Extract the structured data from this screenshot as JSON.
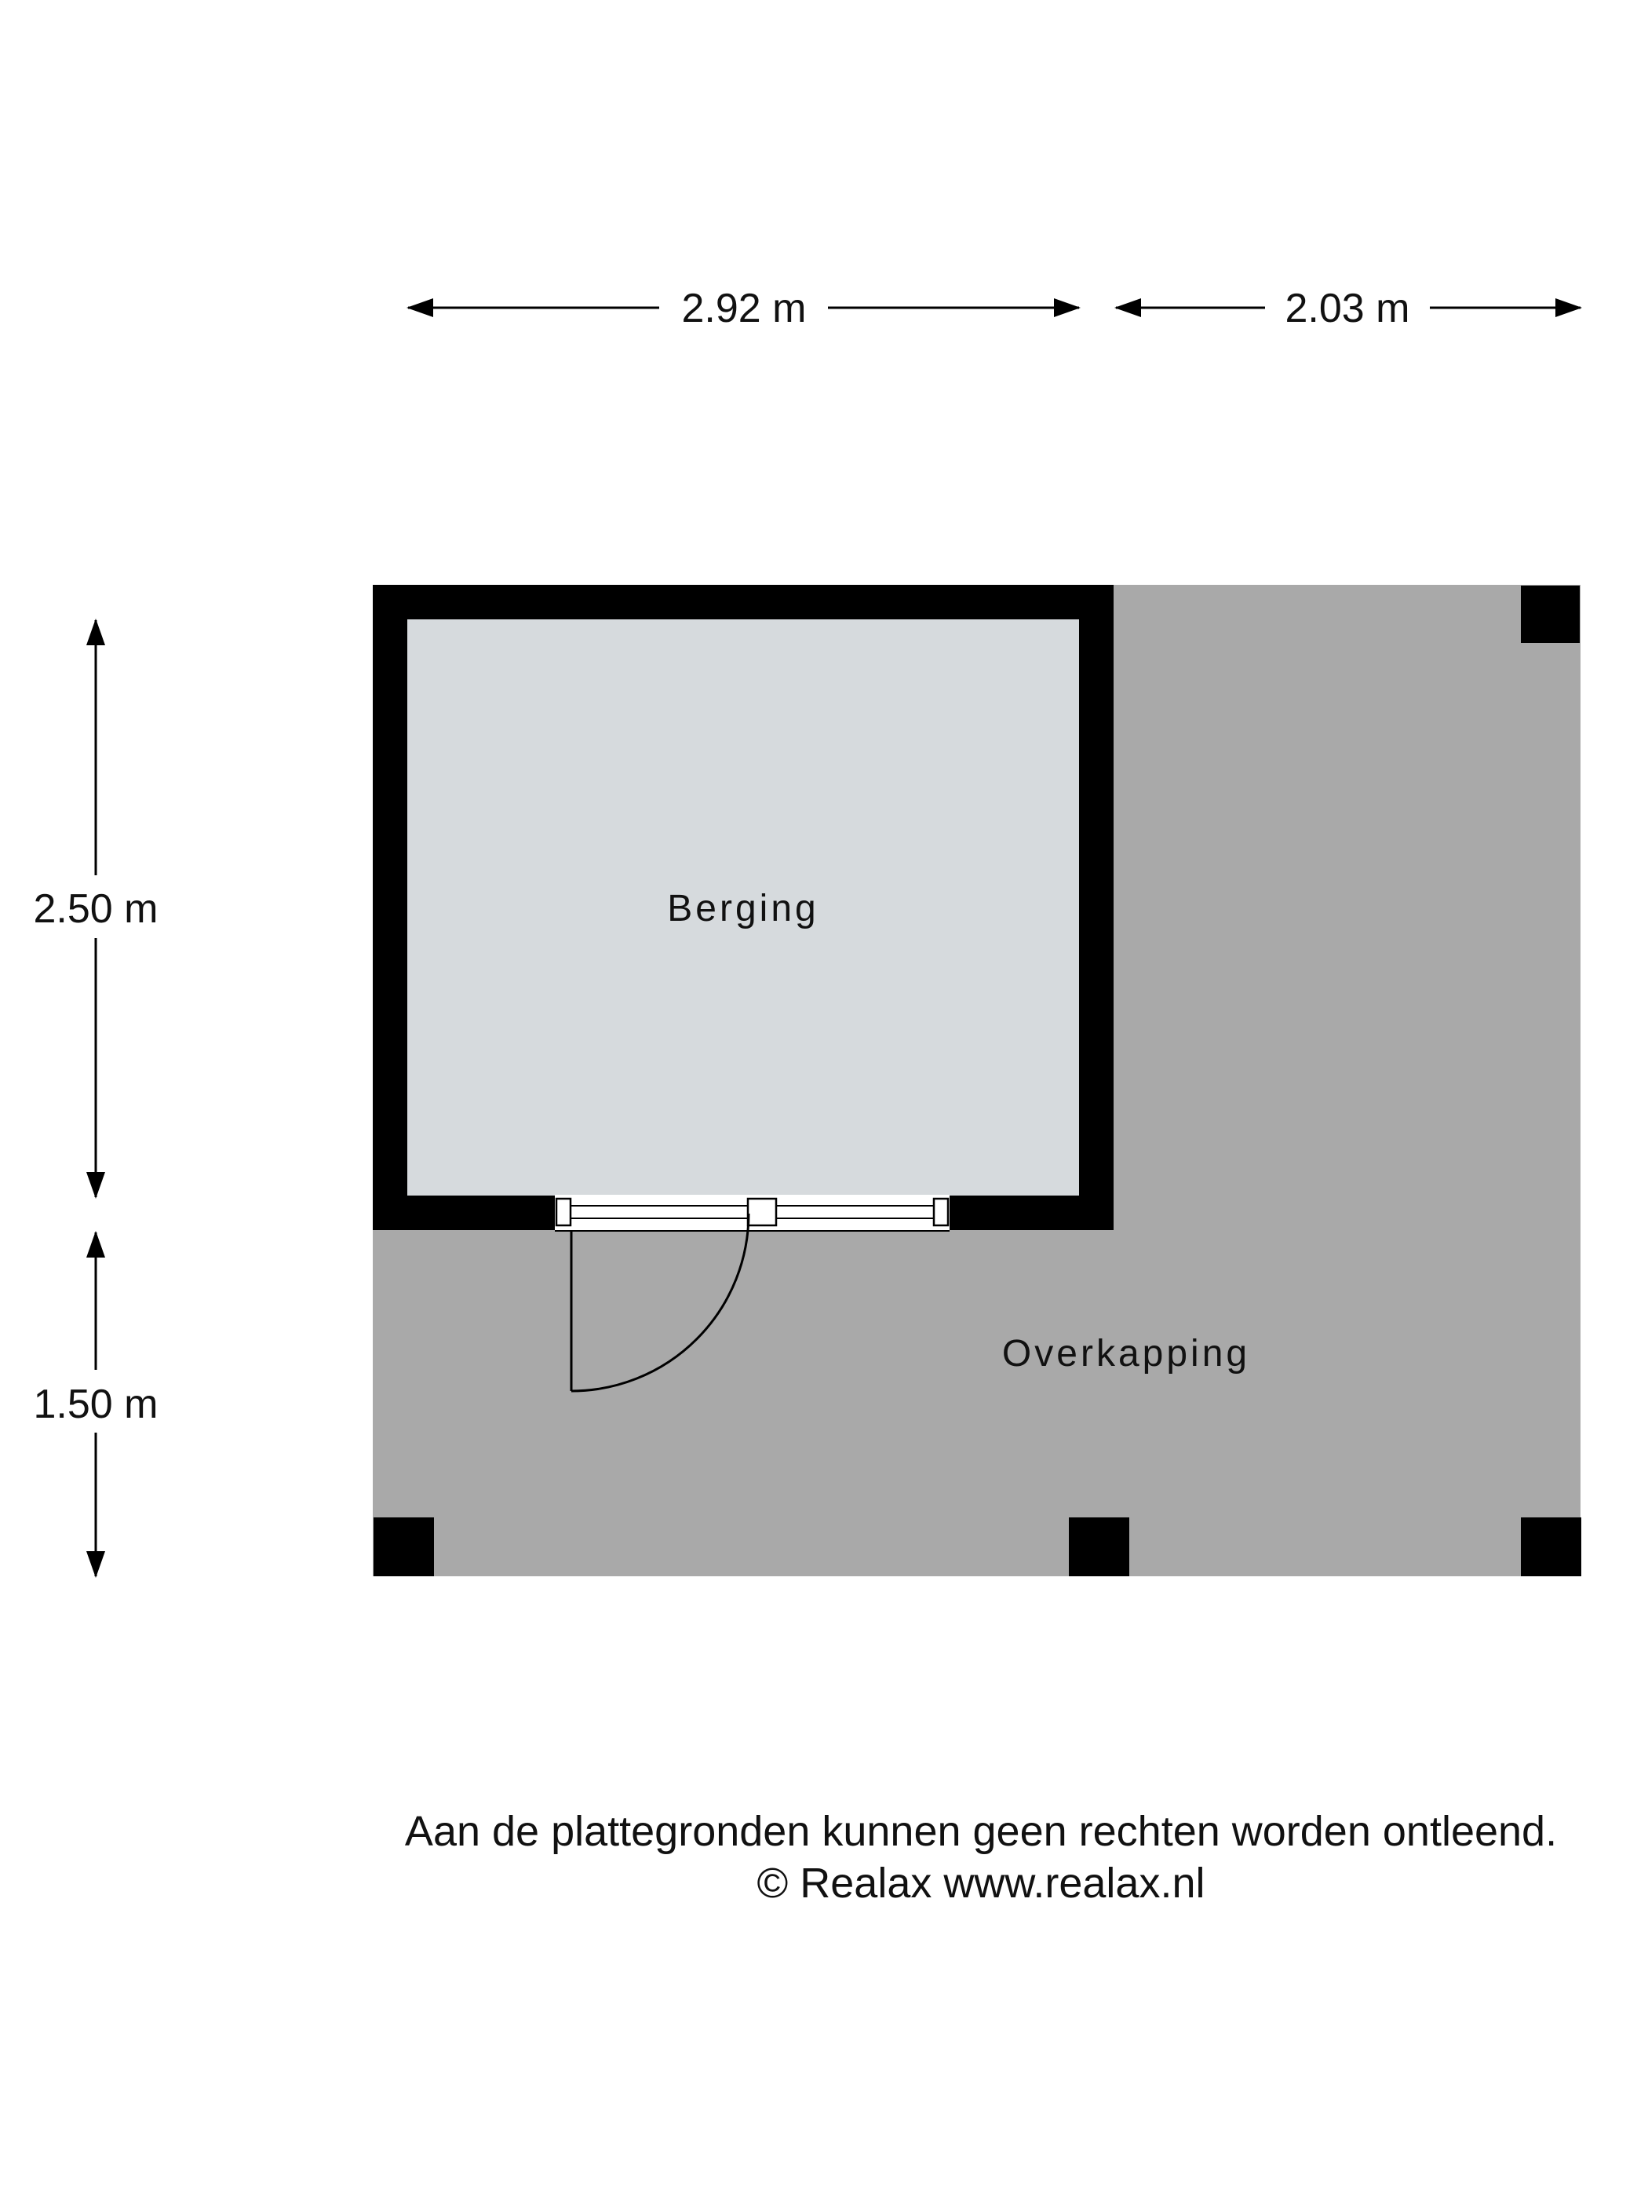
{
  "dimensions": {
    "top_left_width": "2.92 m",
    "top_right_width": "2.03 m",
    "left_upper_height": "2.50 m",
    "left_lower_height": "1.50 m"
  },
  "rooms": {
    "berging": "Berging",
    "overkapping": "Overkapping"
  },
  "colors": {
    "berging_fill": "#d6dadd",
    "overkapping_fill": "#a9a9a9",
    "wall": "#000000"
  },
  "footer": {
    "disclaimer": "Aan de plattegronden kunnen geen rechten worden ontleend.",
    "copyright": "© Realax www.realax.nl"
  }
}
